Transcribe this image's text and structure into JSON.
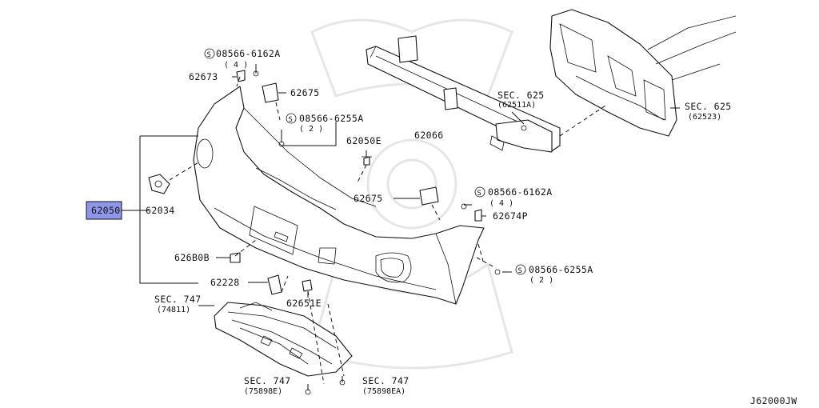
{
  "diagram_id": "J62000JW",
  "highlight_color": "#8f96e8",
  "labels": {
    "main_part": "62050",
    "p62034": "62034",
    "p62673": "62673",
    "p62675_top": "62675",
    "p62675_mid": "62675",
    "p62066": "62066",
    "p62050e": "62050E",
    "p62674p": "62674P",
    "p62680b": "626B0B",
    "p62228": "62228",
    "p62651e": "62651E",
    "bolt_6162a_top": "08566-6162A",
    "bolt_6162a_top_qty": "( 4 )",
    "bolt_6255a_top": "08566-6255A",
    "bolt_6255a_top_qty": "( 2 )",
    "bolt_6162a_right": "08566-6162A",
    "bolt_6162a_right_qty": "( 4 )",
    "bolt_6255a_right": "08566-6255A",
    "bolt_6255a_right_qty": "( 2 )",
    "sec625_a": "SEC. 625",
    "sec625_a_ref": "(62511A)",
    "sec625_b": "SEC. 625",
    "sec625_b_ref": "(62523)",
    "sec747_a": "SEC. 747",
    "sec747_a_ref": "(74811)",
    "sec747_b": "SEC. 747",
    "sec747_b_ref": "(75898E)",
    "sec747_c": "SEC. 747",
    "sec747_c_ref": "(75898EA)"
  }
}
